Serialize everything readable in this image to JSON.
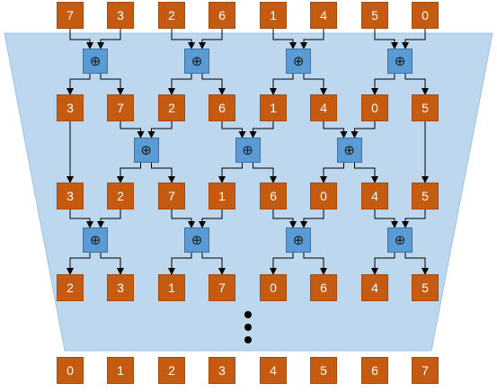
{
  "diagram": {
    "operator_symbol": "⊕",
    "colors": {
      "value_box": "#c55a11",
      "operator_box": "#5b9bd5",
      "funnel": "#bdd7ee",
      "arrow": "#000000"
    },
    "rows": [
      {
        "id": "input",
        "values": [
          "7",
          "3",
          "2",
          "6",
          "1",
          "4",
          "5",
          "0"
        ]
      },
      {
        "id": "stage1",
        "values": [
          "3",
          "7",
          "2",
          "6",
          "1",
          "4",
          "0",
          "5"
        ]
      },
      {
        "id": "stage2",
        "values": [
          "3",
          "2",
          "7",
          "1",
          "6",
          "0",
          "4",
          "5"
        ]
      },
      {
        "id": "stage3",
        "values": [
          "2",
          "3",
          "1",
          "7",
          "0",
          "6",
          "4",
          "5"
        ]
      },
      {
        "id": "output",
        "values": [
          "0",
          "1",
          "2",
          "3",
          "4",
          "5",
          "6",
          "7"
        ]
      }
    ],
    "continuation_marker": "vertical-ellipsis"
  }
}
